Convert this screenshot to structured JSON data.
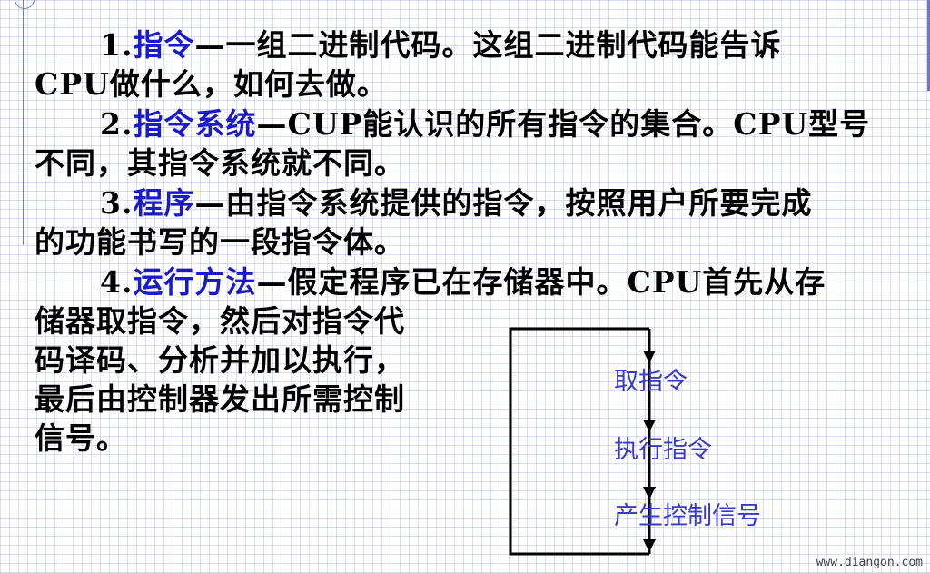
{
  "paragraphs": [
    {
      "num": "1.",
      "term": "指令",
      "rest1": "—一组二进制代码。这组二进制代码能告诉",
      "rest2": "CPU做什么，如何去做。"
    },
    {
      "num": "2.",
      "term": "指令系统",
      "rest1": "—CUP能认识的所有指令的集合。CPU型号",
      "rest2": "不同，其指令系统就不同。"
    },
    {
      "num": "3.",
      "term": "程序",
      "rest1": "—由指令系统提供的指令，按照用户所要完成",
      "rest2": "的功能书写的一段指令体。"
    },
    {
      "num": "4.",
      "term": "运行方法",
      "rest1": "—假定程序已在存储器中。CPU首先从存",
      "rest2": "储器取指令，然后对指令代码译码、分析并加以执行，最后由控制器发出所需控制信号。"
    }
  ],
  "flow": {
    "steps": [
      "取指令",
      "执行指令",
      "产生控制信号"
    ]
  },
  "watermark": "www.diangon.com",
  "colors": {
    "term": "#1a1ac8",
    "flow_label": "#3a3ac8",
    "grid": "#96a0dc"
  }
}
